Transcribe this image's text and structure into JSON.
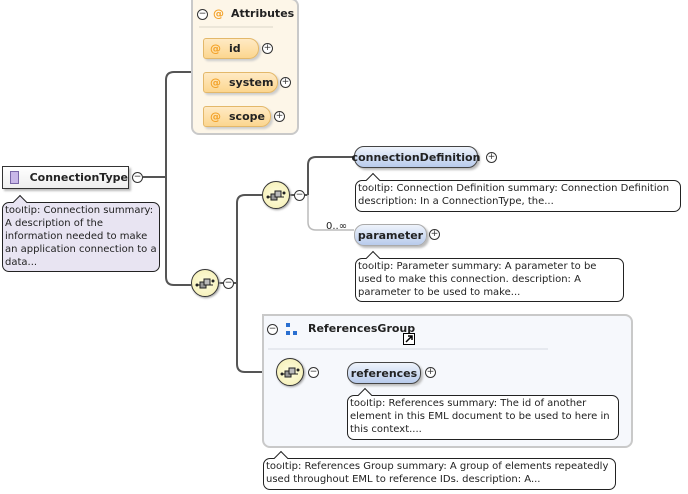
{
  "attributes": {
    "title": "Attributes",
    "items": [
      {
        "name": "id"
      },
      {
        "name": "system"
      },
      {
        "name": "scope"
      }
    ]
  },
  "root": {
    "name": "ConnectionType",
    "tooltip": "tooltip: Connection summary: A description of the information needed to make an application connection to a data..."
  },
  "elements": {
    "connectionDefinition": {
      "name": "connectionDefinition",
      "tooltip": "tooltip: Connection Definition summary: Connection Definition description: In a ConnectionType, the..."
    },
    "parameter": {
      "name": "parameter",
      "cardinality": "0..∞",
      "tooltip": "tooltip: Parameter summary: A parameter to be used to make this connection. description: A parameter to be used to make..."
    },
    "references": {
      "name": "references",
      "tooltip": "tooltip: References summary: The id of another element in this EML document to be used to here in this context...."
    }
  },
  "group": {
    "name": "ReferencesGroup",
    "tooltip": "tooltip: References Group summary: A group of elements repeatedly used throughout EML to reference IDs. description: A..."
  },
  "symbols": {
    "collapse": "⊖",
    "expand": "⊕",
    "attribute": "@"
  },
  "colors": {
    "attribute_bg": "#fcd68f",
    "attribute_at": "#f3a22a",
    "element_bg": "#b8cbec",
    "root_tooltip_bg": "#e8e4f2",
    "group_icon": "#2a6fd0"
  }
}
